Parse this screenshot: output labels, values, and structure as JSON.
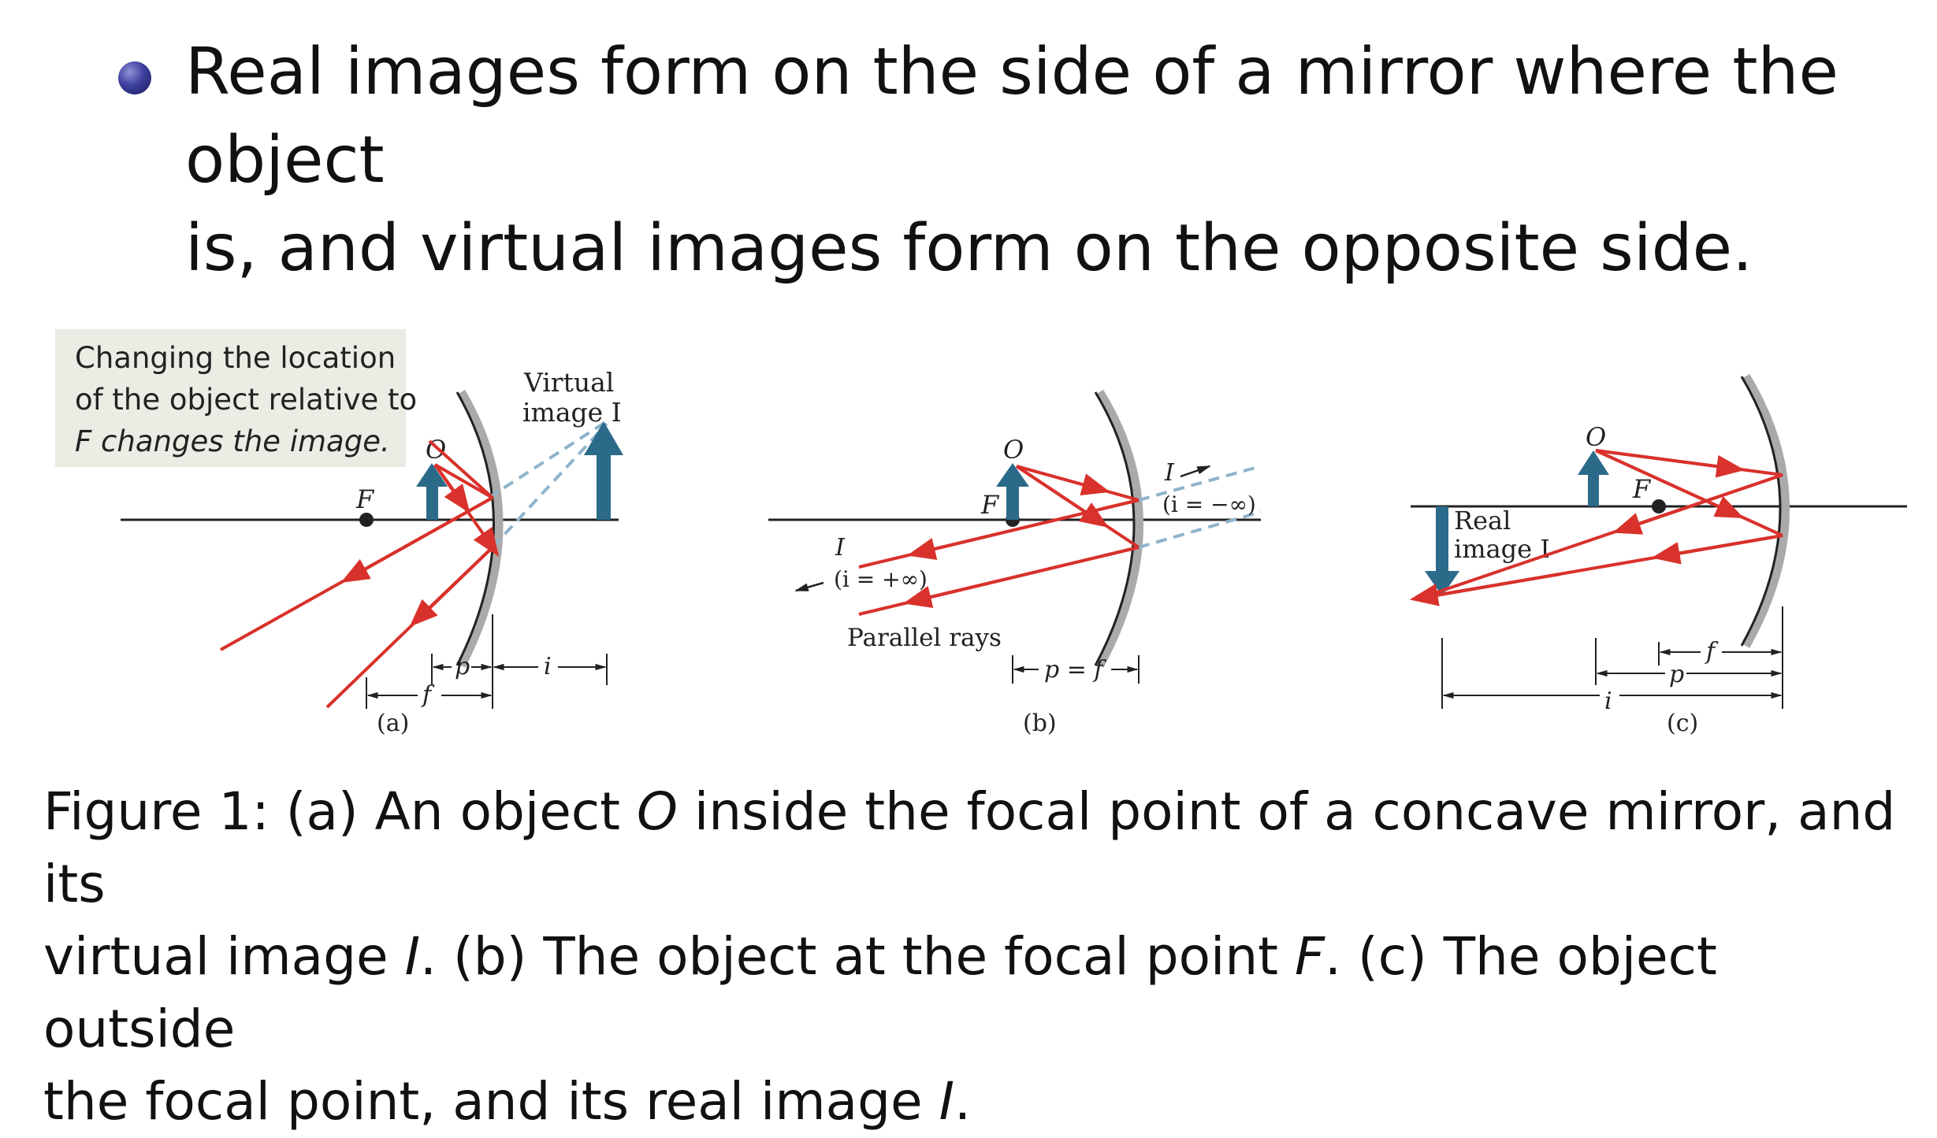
{
  "bullet": {
    "text_line1": "Real images form on the side of a mirror where the object",
    "text_line2": "is, and virtual images form on the opposite side."
  },
  "note_box": {
    "line1": "Changing the location",
    "line2": "of the object relative to",
    "line3": "F changes the image."
  },
  "panel_a": {
    "label": "(a)",
    "focal_label": "F",
    "object_label": "O",
    "virtual_image_line1": "Virtual",
    "virtual_image_line2": "image I",
    "dim_p": "p",
    "dim_i": "i",
    "dim_f": "f"
  },
  "panel_b": {
    "label": "(b)",
    "focal_label": "F",
    "object_label": "O",
    "image_right": "I",
    "image_right_inf": "(i = −∞)",
    "image_left": "I",
    "image_left_inf": "(i = +∞)",
    "parallel_rays": "Parallel rays",
    "dim_pf": "p = f"
  },
  "panel_c": {
    "label": "(c)",
    "focal_label": "F",
    "object_label": "O",
    "real_image_line1": "Real",
    "real_image_line2": "image I",
    "dim_f": "f",
    "dim_p": "p",
    "dim_i": "i"
  },
  "caption": {
    "prefix": "Figure 1: (a) An object ",
    "O": "O",
    "part1": " inside the focal point of a concave mirror, and its",
    "part2": "virtual image ",
    "I1": "I",
    "part3": ". (b) The object at the focal point ",
    "F": "F",
    "part4": ". (c) The object outside",
    "part5": "the focal point, and its real image ",
    "I2": "I",
    "part6": "."
  },
  "colors": {
    "ray": "#d9312b",
    "arrow": "#2c6a8a",
    "dashed": "#8fb4cc",
    "axis": "#222222",
    "note_bg": "#ecece4"
  }
}
